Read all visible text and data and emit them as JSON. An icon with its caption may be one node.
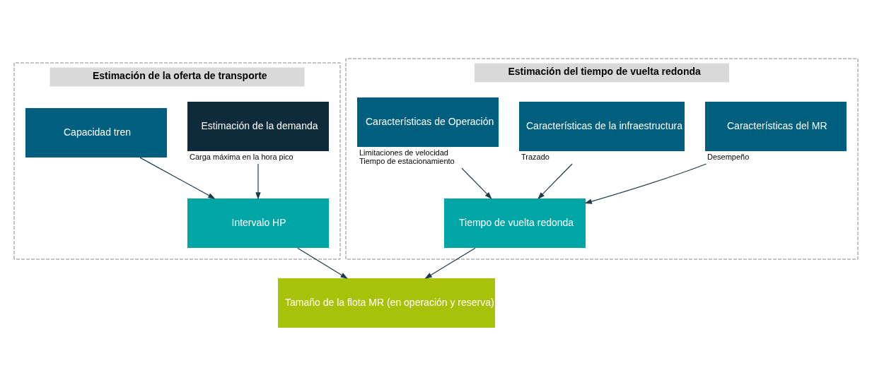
{
  "diagram": {
    "nodes": [
      {
        "text": [
          "Estimación de la oferta de transporte"
        ]
      },
      {
        "text": [
          "Estimación de la demanda"
        ],
        "in": 0,
        "beside": [
          "Carga máxima en la hora pico"
        ]
      },
      {
        "text": [
          "Capacidad tren"
        ],
        "in": 0
      },
      {
        "text": [
          "Intervalo HP"
        ],
        "in": 0
      },
      {
        "text": [
          "Estimación del tiempo de vuelta redonda"
        ]
      },
      {
        "text": [
          "Tiempo de vuelta redonda"
        ],
        "in": 4
      },
      {
        "text": [
          "Características del MR"
        ],
        "in": 4,
        "beside": [
          "Desempeño"
        ]
      },
      {
        "text": [
          "Características de la infraestructura"
        ],
        "in": 4,
        "beside": [
          "Trazado"
        ]
      },
      {
        "text": [
          "Características de Operación"
        ],
        "in": 4,
        "beside": [
          "Limitaciones de velocidad",
          "Tiempo de estacionamiento"
        ]
      },
      {
        "text": [
          "Tamaño de la flota MR (en operación y reserva)"
        ]
      }
    ],
    "edges": [
      {
        "from": 1,
        "to": 3,
        "arrow": "to"
      },
      {
        "from": 2,
        "to": 3,
        "arrow": "to"
      },
      {
        "from": 6,
        "to": 5,
        "arrow": "to"
      },
      {
        "from": 7,
        "to": 5,
        "arrow": "to"
      },
      {
        "from": 8,
        "to": 5,
        "arrow": "to"
      },
      {
        "from": 3,
        "to": 9,
        "arrow": "to"
      },
      {
        "from": 5,
        "to": 9,
        "arrow": "to"
      }
    ]
  }
}
